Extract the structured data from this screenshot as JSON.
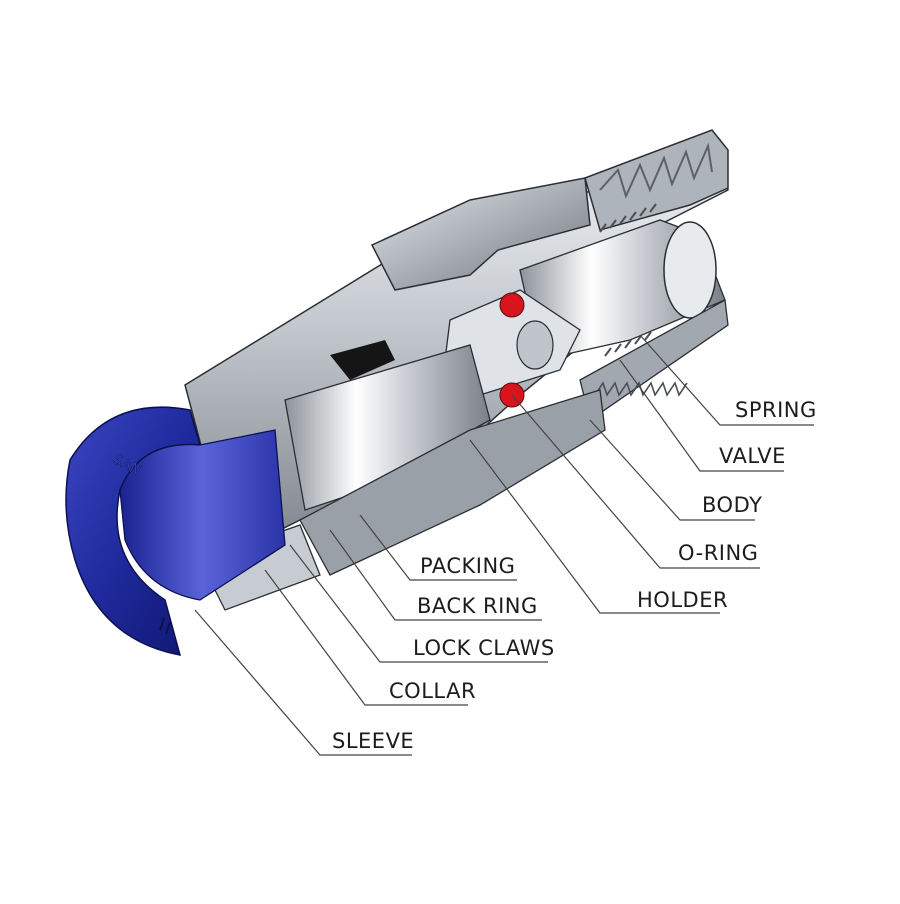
{
  "figure": {
    "sleeve_marking": "SAN",
    "sleeve_color": "#1f2a9c",
    "oring_color": "#d8151c",
    "metal_color": "#b8bdc4"
  },
  "labels": {
    "spring": "SPRING",
    "valve": "VALVE",
    "body": "BODY",
    "o_ring": "O-RING",
    "holder": "HOLDER",
    "packing": "PACKING",
    "back_ring": "BACK RING",
    "lock_claws": "LOCK CLAWS",
    "collar": "COLLAR",
    "sleeve": "SLEEVE"
  }
}
